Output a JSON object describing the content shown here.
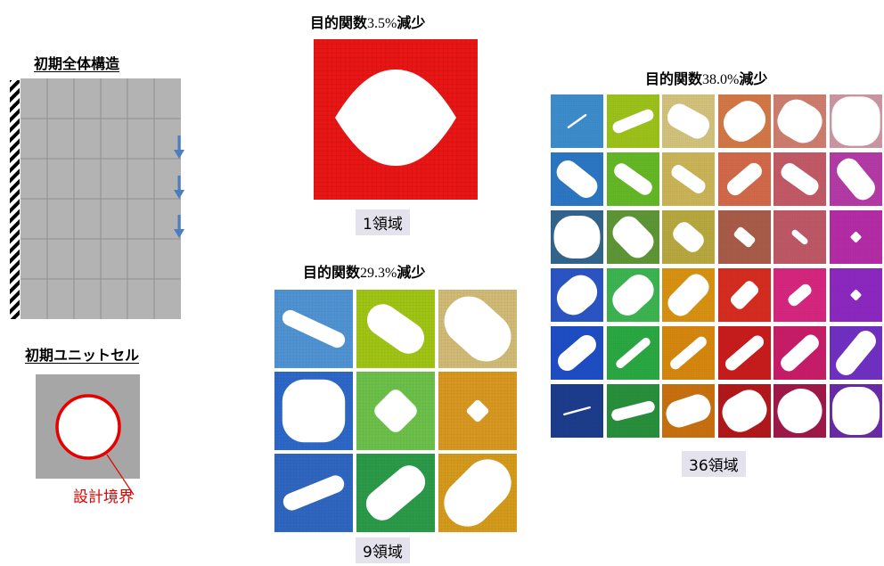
{
  "initial_structure": {
    "title": "初期全体構造"
  },
  "initial_cell": {
    "title": "初期ユニットセル",
    "boundary_label": "設計境界"
  },
  "panel1": {
    "heading_prefix": "目的関数",
    "heading_value": "3.5%",
    "heading_suffix": "減少",
    "caption": "1領域"
  },
  "panel9": {
    "heading_prefix": "目的関数",
    "heading_value": "29.3%",
    "heading_suffix": "減少",
    "caption": "9領域"
  },
  "panel36": {
    "heading_prefix": "目的関数",
    "heading_value": "38.0%",
    "heading_suffix": "減少",
    "caption": "36領域"
  },
  "colors": {
    "structure_gray": "#b3b3b3",
    "cell_gray": "#a6a6a6",
    "boundary_red": "#e60000",
    "load_arrow": "#4a7ec0",
    "single_region_red": "#e81515"
  },
  "grid9_colors": [
    "#4f93d2",
    "#9fc414",
    "#d0ba76",
    "#2d67c8",
    "#6cc04a",
    "#d89720",
    "#2f66c0",
    "#2b9a48",
    "#d49a1c"
  ],
  "grid36_colors": [
    "#3d8ccc",
    "#9cc21a",
    "#d2c27c",
    "#d27846",
    "#ce7e6e",
    "#cc96a2",
    "#2c76c4",
    "#64b826",
    "#cbb458",
    "#d2694a",
    "#c25a66",
    "#b43aa6",
    "#33658e",
    "#5e9636",
    "#b8a840",
    "#a85c48",
    "#be5866",
    "#b42ca6",
    "#2b55c4",
    "#3cb450",
    "#d89212",
    "#d62c20",
    "#d6267e",
    "#8c28c0",
    "#1e4ec4",
    "#2aa842",
    "#d6870e",
    "#c81c1c",
    "#c81c68",
    "#7030c2",
    "#1c3c8c",
    "#28903c",
    "#c87010",
    "#b2181a",
    "#a01848",
    "#6a2aa8"
  ]
}
